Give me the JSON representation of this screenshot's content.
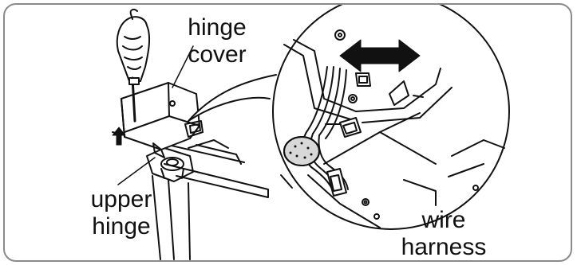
{
  "labels": {
    "hinge_cover": [
      "hinge",
      "cover"
    ],
    "upper_hinge": [
      "upper",
      "hinge"
    ],
    "wire_harness": [
      "wire",
      "harness"
    ]
  },
  "colors": {
    "frame_border": "#8a8a8a",
    "line": "#111111",
    "arrow_fill": "#111111",
    "speckle": "#d8d8d8"
  },
  "icons": {
    "hand": "hand-with-screwdriver",
    "double_arrow": "double-headed-arrow",
    "up_arrow": "up-arrow"
  }
}
